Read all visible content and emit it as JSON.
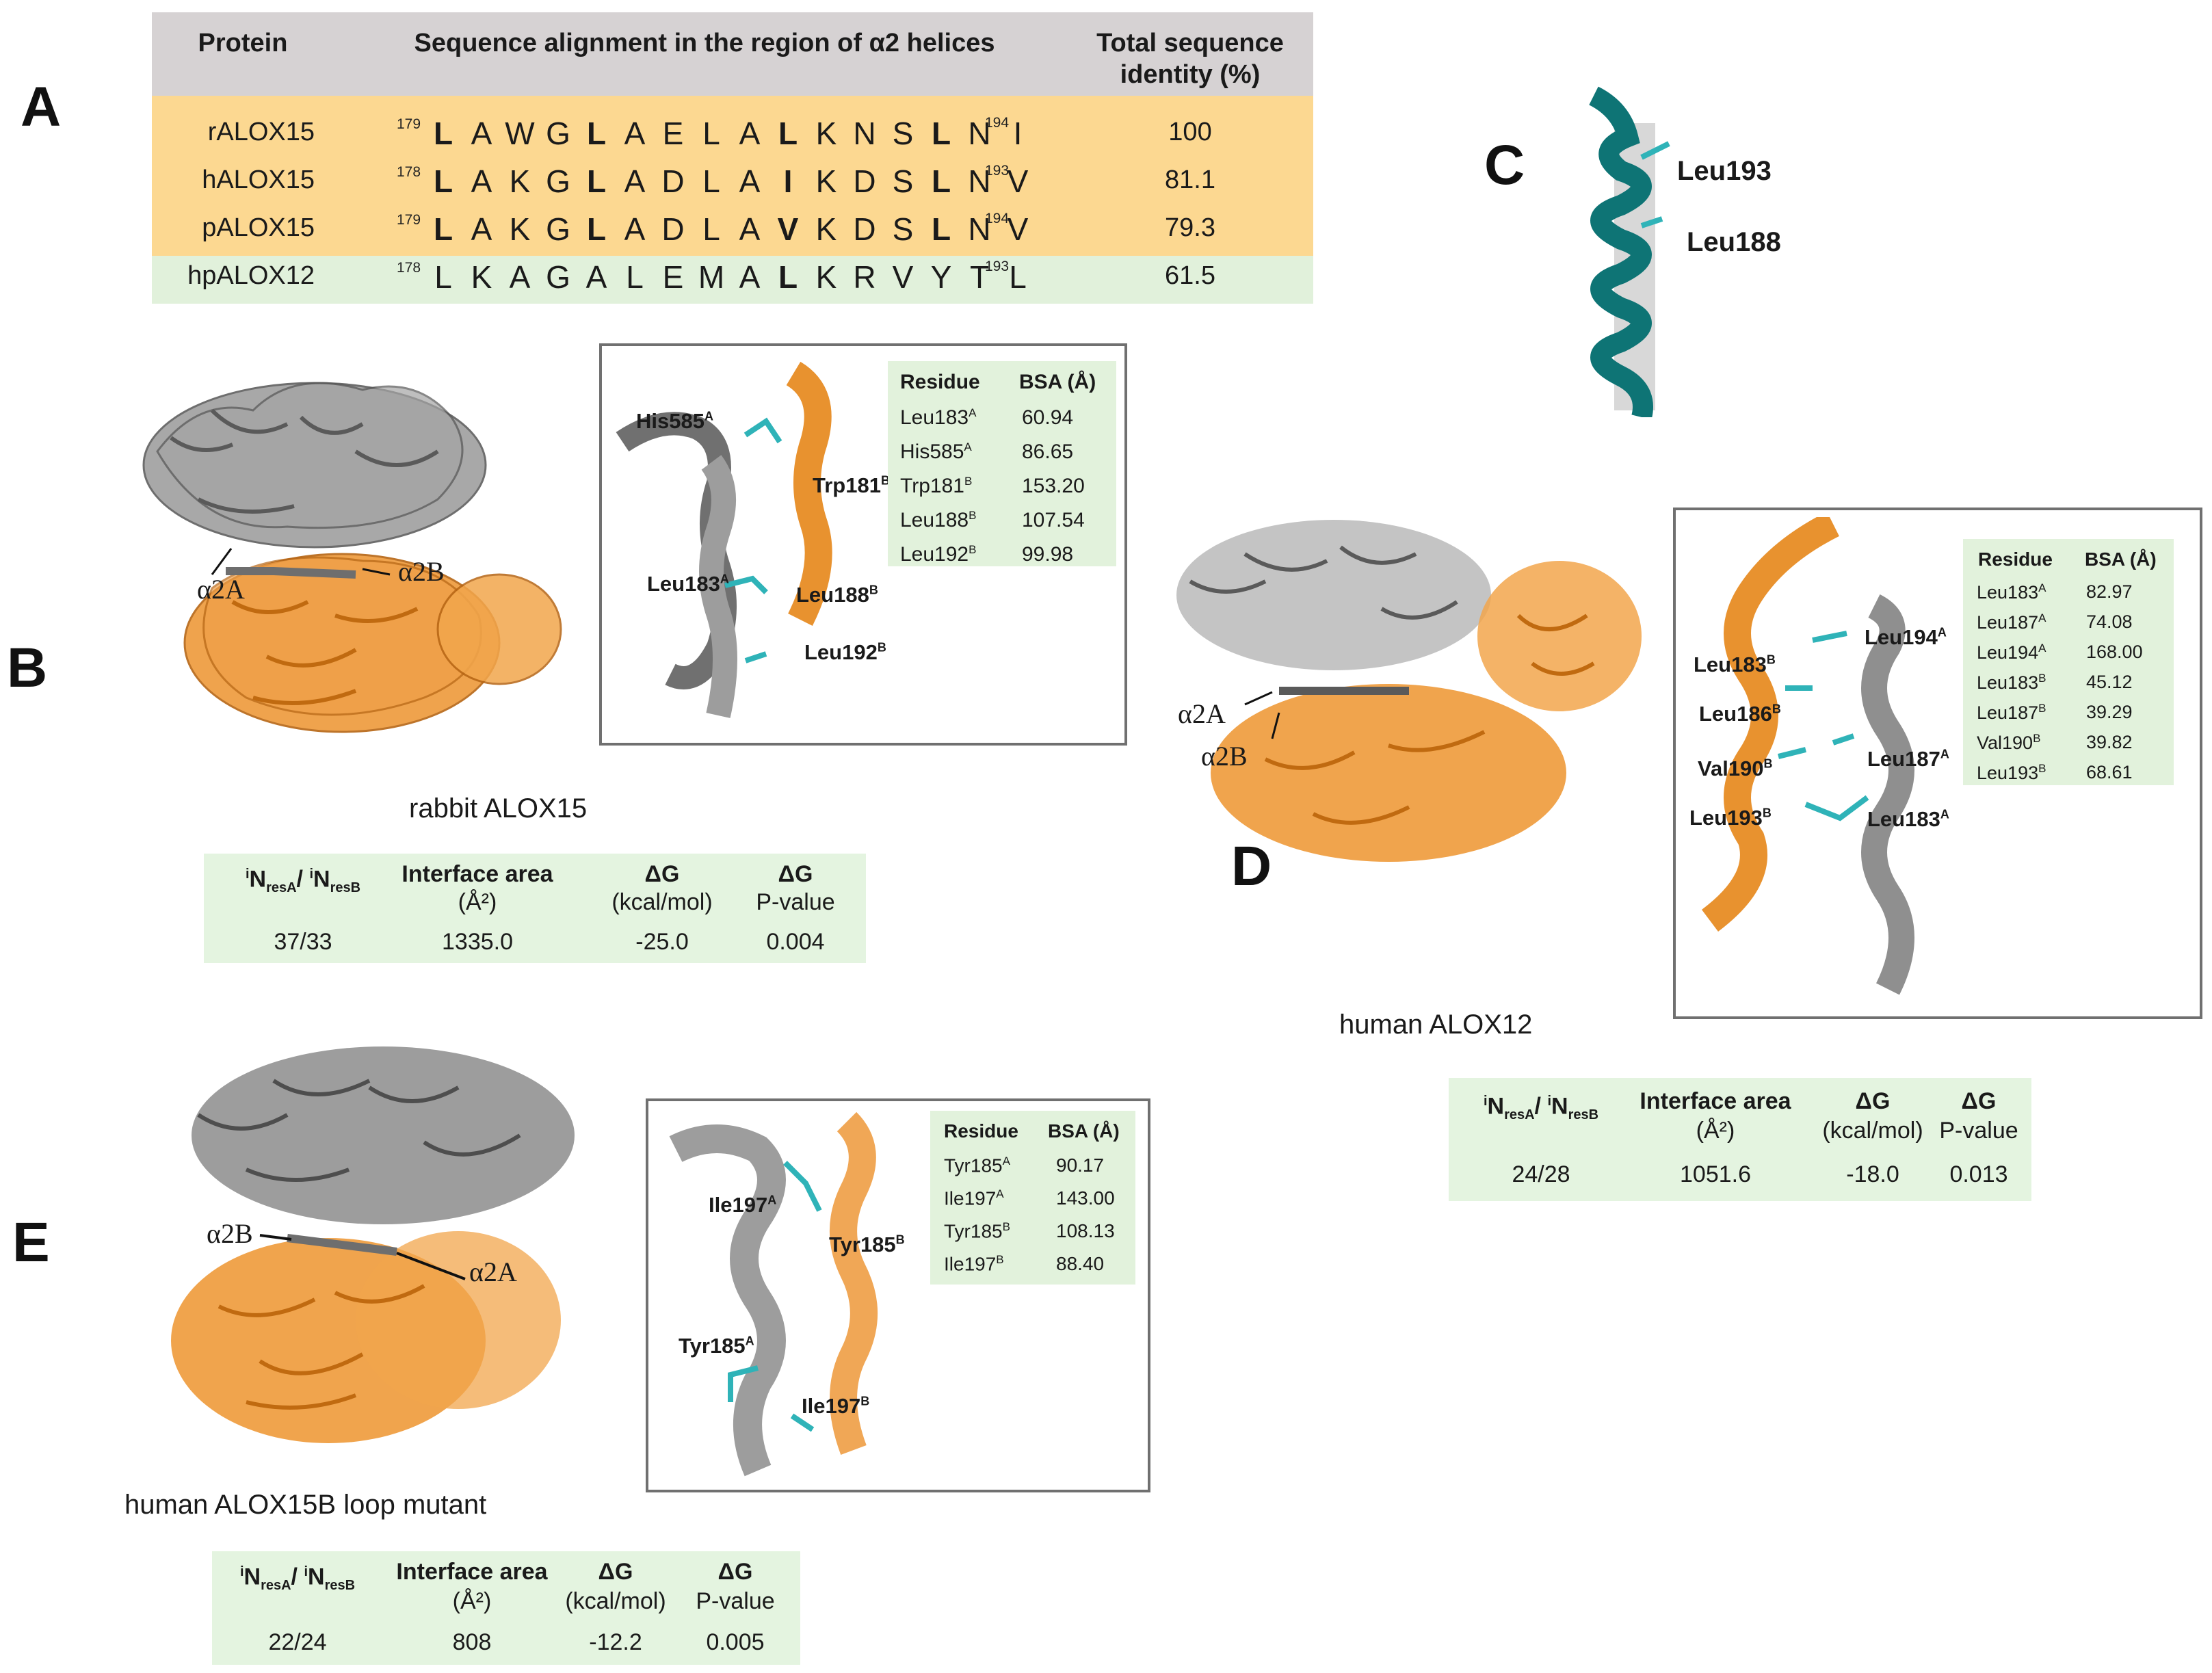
{
  "panels": {
    "A": "A",
    "B": "B",
    "C": "C",
    "D": "D",
    "E": "E"
  },
  "panelA": {
    "headers": {
      "protein": "Protein",
      "alignment": "Sequence alignment in the region of α2 helices",
      "identity_line1": "Total sequence",
      "identity_line2": "identity (%)"
    },
    "rows": [
      {
        "name": "rALOX15",
        "start": "179",
        "end": "194",
        "identity": "100",
        "letters": [
          "L",
          "A",
          "W",
          "G",
          "L",
          "A",
          "E",
          "L",
          "A",
          "L",
          "K",
          "N",
          "S",
          "L",
          "N",
          "I"
        ],
        "bold": [
          0,
          4,
          9,
          13
        ]
      },
      {
        "name": "hALOX15",
        "start": "178",
        "end": "193",
        "identity": "81.1",
        "letters": [
          "L",
          "A",
          "K",
          "G",
          "L",
          "A",
          "D",
          "L",
          "A",
          "I",
          "K",
          "D",
          "S",
          "L",
          "N",
          "V"
        ],
        "bold": [
          0,
          4,
          9,
          13
        ]
      },
      {
        "name": "pALOX15",
        "start": "179",
        "end": "194",
        "identity": "79.3",
        "letters": [
          "L",
          "A",
          "K",
          "G",
          "L",
          "A",
          "D",
          "L",
          "A",
          "V",
          "K",
          "D",
          "S",
          "L",
          "N",
          "V"
        ],
        "bold": [
          0,
          4,
          9,
          13
        ]
      },
      {
        "name": "hpALOX12",
        "start": "178",
        "end": "193",
        "identity": "61.5",
        "letters": [
          "L",
          "K",
          "A",
          "G",
          "A",
          "L",
          "E",
          "M",
          "A",
          "L",
          "K",
          "R",
          "V",
          "Y",
          "T",
          "L"
        ],
        "bold": [
          9
        ]
      }
    ]
  },
  "panelB": {
    "caption": "rabbit ALOX15",
    "helix_a": "α2A",
    "helix_b": "α2B",
    "inset_labels": {
      "l1": "His585",
      "l1s": "A",
      "l2": "Trp181",
      "l2s": "B",
      "l3": "Leu183",
      "l3s": "A",
      "l4": "Leu188",
      "l4s": "B",
      "l5": "Leu192",
      "l5s": "B"
    },
    "bsa": {
      "h1": "Residue",
      "h2": "BSA (Å)",
      "rows": [
        {
          "res": "Leu183",
          "sup": "A",
          "val": "60.94"
        },
        {
          "res": "His585",
          "sup": "A",
          "val": "86.65"
        },
        {
          "res": "Trp181",
          "sup": "B",
          "val": "153.20"
        },
        {
          "res": "Leu188",
          "sup": "B",
          "val": "107.54"
        },
        {
          "res": "Leu192",
          "sup": "B",
          "val": "99.98"
        }
      ]
    },
    "iface": {
      "h1": "N",
      "h1a": "resA",
      "h1b": "resB",
      "h2a": "Interface area",
      "h2b": "(Å²)",
      "h3a": "ΔG",
      "h3b": "(kcal/mol)",
      "h4a": "ΔG",
      "h4b": "P-value",
      "v1": "37/33",
      "v2": "1335.0",
      "v3": "-25.0",
      "v4": "0.004"
    }
  },
  "panelC": {
    "l1": "Leu193",
    "l2": "Leu188"
  },
  "panelD": {
    "caption": "human ALOX12",
    "helix_a": "α2A",
    "helix_b": "α2B",
    "inset_labels": {
      "l1": "Leu183",
      "l1s": "B",
      "l2": "Leu194",
      "l2s": "A",
      "l3": "Leu186",
      "l3s": "B",
      "l4": "Val190",
      "l4s": "B",
      "l5": "Leu187",
      "l5s": "A",
      "l6": "Leu193",
      "l6s": "B",
      "l7": "Leu183",
      "l7s": "A"
    },
    "bsa": {
      "h1": "Residue",
      "h2": "BSA (Å)",
      "rows": [
        {
          "res": "Leu183",
          "sup": "A",
          "val": "82.97"
        },
        {
          "res": "Leu187",
          "sup": "A",
          "val": "74.08"
        },
        {
          "res": "Leu194",
          "sup": "A",
          "val": "168.00"
        },
        {
          "res": "Leu183",
          "sup": "B",
          "val": "45.12"
        },
        {
          "res": "Leu187",
          "sup": "B",
          "val": "39.29"
        },
        {
          "res": "Val190",
          "sup": "B",
          "val": "39.82"
        },
        {
          "res": "Leu193",
          "sup": "B",
          "val": "68.61"
        }
      ]
    },
    "iface": {
      "v1": "24/28",
      "v2": "1051.6",
      "v3": "-18.0",
      "v4": "0.013"
    }
  },
  "panelE": {
    "caption": "human ALOX15B loop mutant",
    "helix_a": "α2A",
    "helix_b": "α2B",
    "inset_labels": {
      "l1": "Ile197",
      "l1s": "A",
      "l2": "Tyr185",
      "l2s": "B",
      "l3": "Tyr185",
      "l3s": "A",
      "l4": "Ile197",
      "l4s": "B"
    },
    "bsa": {
      "h1": "Residue",
      "h2": "BSA (Å)",
      "rows": [
        {
          "res": "Tyr185",
          "sup": "A",
          "val": "90.17"
        },
        {
          "res": "Ile197",
          "sup": "A",
          "val": "143.00"
        },
        {
          "res": "Tyr185",
          "sup": "B",
          "val": "108.13"
        },
        {
          "res": "Ile197",
          "sup": "B",
          "val": "88.40"
        }
      ]
    },
    "iface": {
      "v1": "22/24",
      "v2": "808",
      "v3": "-12.2",
      "v4": "0.005"
    }
  },
  "colors": {
    "orange": "#e8922f",
    "gray": "#8a8a8a",
    "cyan": "#2fb3b8",
    "teal": "#0e7475",
    "seqbg": "#fcd891",
    "green": "#e2f3dc",
    "header": "#d6d2d3"
  }
}
